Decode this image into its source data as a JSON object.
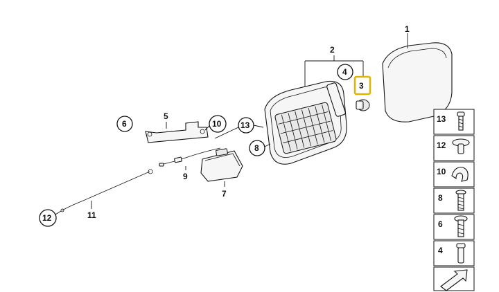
{
  "diagram": {
    "callouts": {
      "c1": "1",
      "c2": "2",
      "c3": "3",
      "c4": "4",
      "c5": "5",
      "c6": "6",
      "c7": "7",
      "c8": "8",
      "c9": "9",
      "c10": "10",
      "c11": "11",
      "c12": "12",
      "c13": "13"
    },
    "highlighted_callout": "3",
    "highlight_color": "#e0b400",
    "legend": [
      "13",
      "12",
      "10",
      "8",
      "6",
      "4"
    ]
  }
}
